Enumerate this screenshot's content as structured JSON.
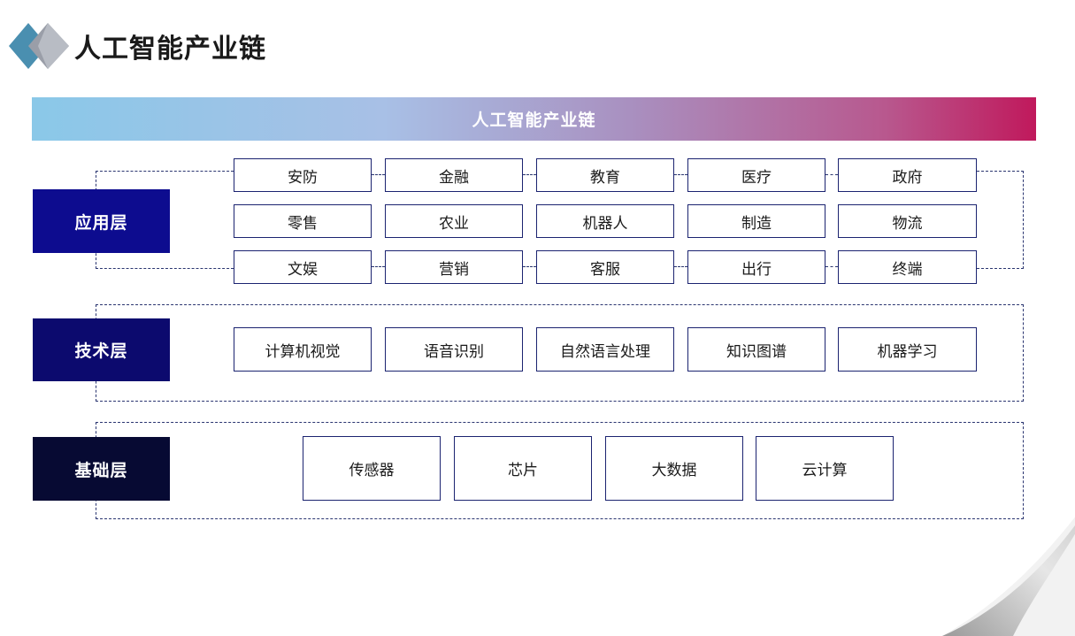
{
  "header": {
    "title": "人工智能产业链"
  },
  "banner": {
    "title": "人工智能产业链"
  },
  "layers": {
    "application": {
      "label": "应用层",
      "rows": [
        [
          "安防",
          "金融",
          "教育",
          "医疗",
          "政府"
        ],
        [
          "零售",
          "农业",
          "机器人",
          "制造",
          "物流"
        ],
        [
          "文娱",
          "营销",
          "客服",
          "出行",
          "终端"
        ]
      ]
    },
    "technology": {
      "label": "技术层",
      "items": [
        "计算机视觉",
        "语音识别",
        "自然语言处理",
        "知识图谱",
        "机器学习"
      ]
    },
    "foundation": {
      "label": "基础层",
      "items": [
        "传感器",
        "芯片",
        "大数据",
        "云计算"
      ]
    }
  },
  "colors": {
    "application_label": "#0d0c8f",
    "technology_label": "#0c0a6e",
    "foundation_label": "#070a33",
    "banner_start": "#8ac8e8",
    "banner_end": "#c0195c"
  }
}
